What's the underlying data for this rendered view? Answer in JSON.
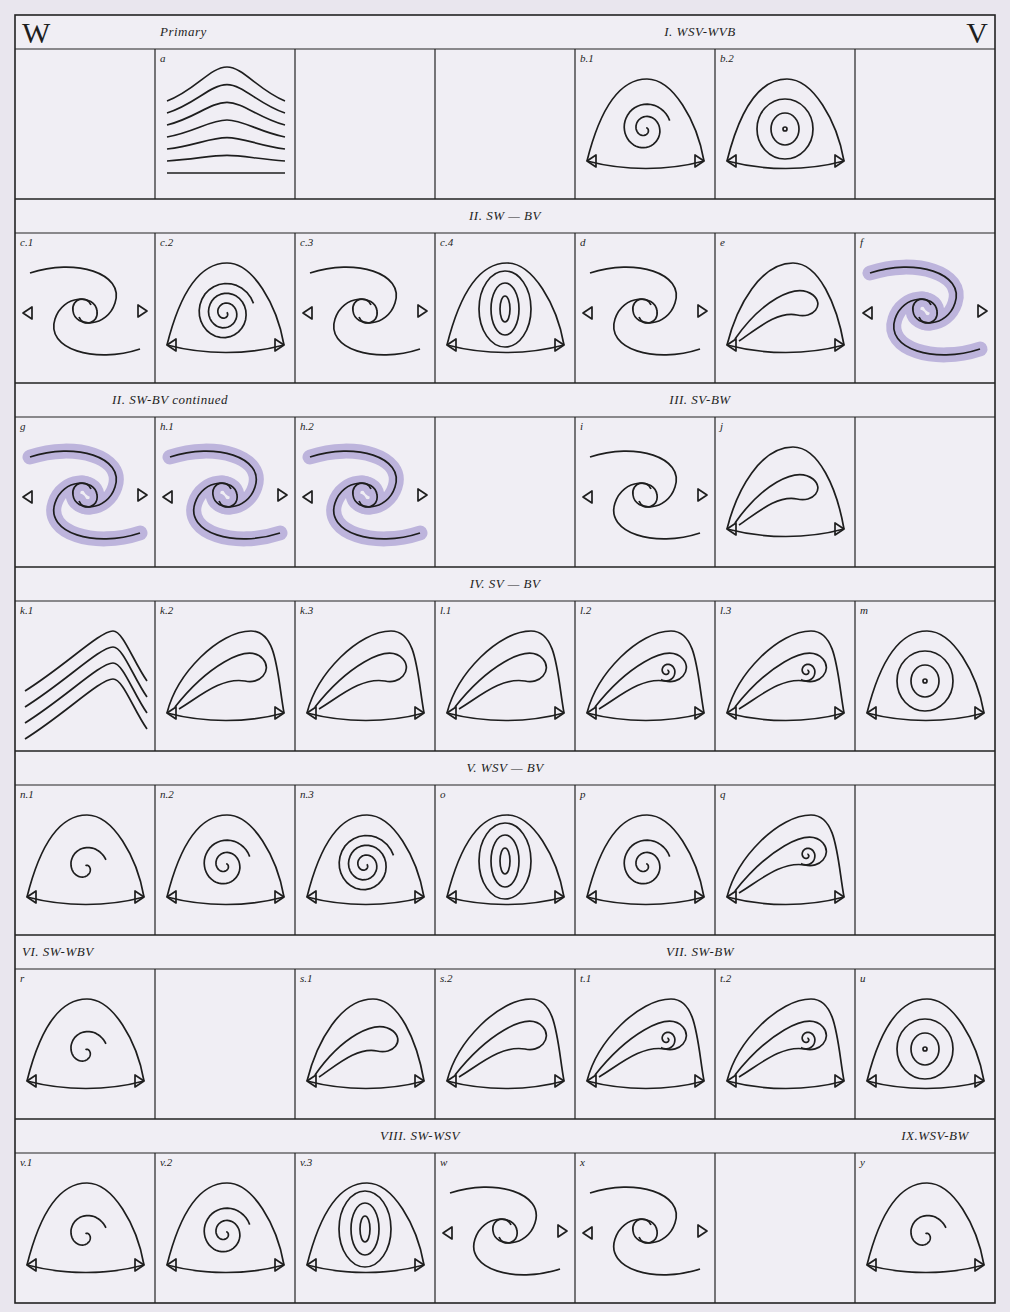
{
  "diagram": {
    "labels": [
      "W",
      "Primary",
      "I. WSV-WVB",
      "V",
      "a",
      "b.1",
      "b.2",
      "II. SW — BV",
      "c.1",
      "c.2",
      "c.3",
      "c.4",
      "d",
      "e",
      "f",
      "II. SW-BV continued",
      "III. SV-BW",
      "g",
      "h.1",
      "h.2",
      "i",
      "j",
      "IV. SV — BV",
      "k.1",
      "k.2",
      "k.3",
      "l.1",
      "l.2",
      "l.3",
      "m",
      "V. WSV — BV",
      "n.1",
      "n.2",
      "n.3",
      "o",
      "p",
      "q",
      "VI. SW-WBV",
      "VII. SW-BW",
      "r",
      "s.1",
      "s.2",
      "t.1",
      "t.2",
      "u",
      "VIII. SW-WSV",
      "IX.WSV-BW",
      "v.1",
      "v.2",
      "v.3",
      "w",
      "x",
      "y"
    ]
  }
}
